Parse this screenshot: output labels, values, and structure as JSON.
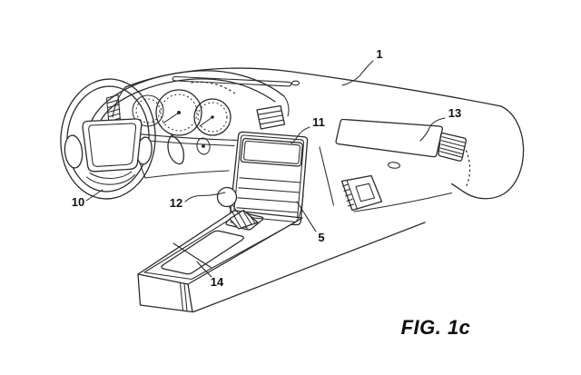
{
  "figure": {
    "caption": "FIG. 1c",
    "colors": {
      "line": "#2b2b2b",
      "background": "#ffffff"
    },
    "reference_labels": [
      {
        "number": "1",
        "refers_to": "dashboard-assembly"
      },
      {
        "number": "11",
        "refers_to": "display-screen"
      },
      {
        "number": "13",
        "refers_to": "passenger-side-vent-panel"
      },
      {
        "number": "10",
        "refers_to": "steering-wheel"
      },
      {
        "number": "12",
        "refers_to": "shifter-knob-control"
      },
      {
        "number": "5",
        "refers_to": "center-console"
      },
      {
        "number": "14",
        "refers_to": "console-storage-bin"
      }
    ]
  }
}
